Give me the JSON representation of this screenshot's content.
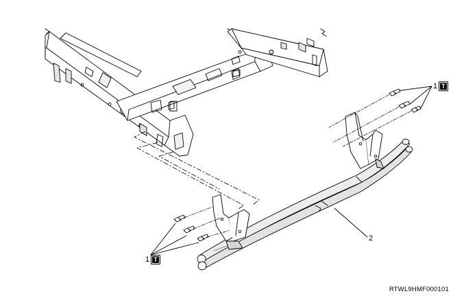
{
  "callouts": {
    "fastener_upper": "1",
    "fastener_lower": "1",
    "bumper_bar": "2"
  },
  "torque_symbol": {
    "glyph": "T",
    "icon": "torque-wrench-icon"
  },
  "figure_code": "RTWL9HMF000101",
  "colors": {
    "line": "#000000",
    "fill": "#ffffff",
    "shade": "#d9d9d9",
    "dark_shade": "#9a9a9a"
  }
}
